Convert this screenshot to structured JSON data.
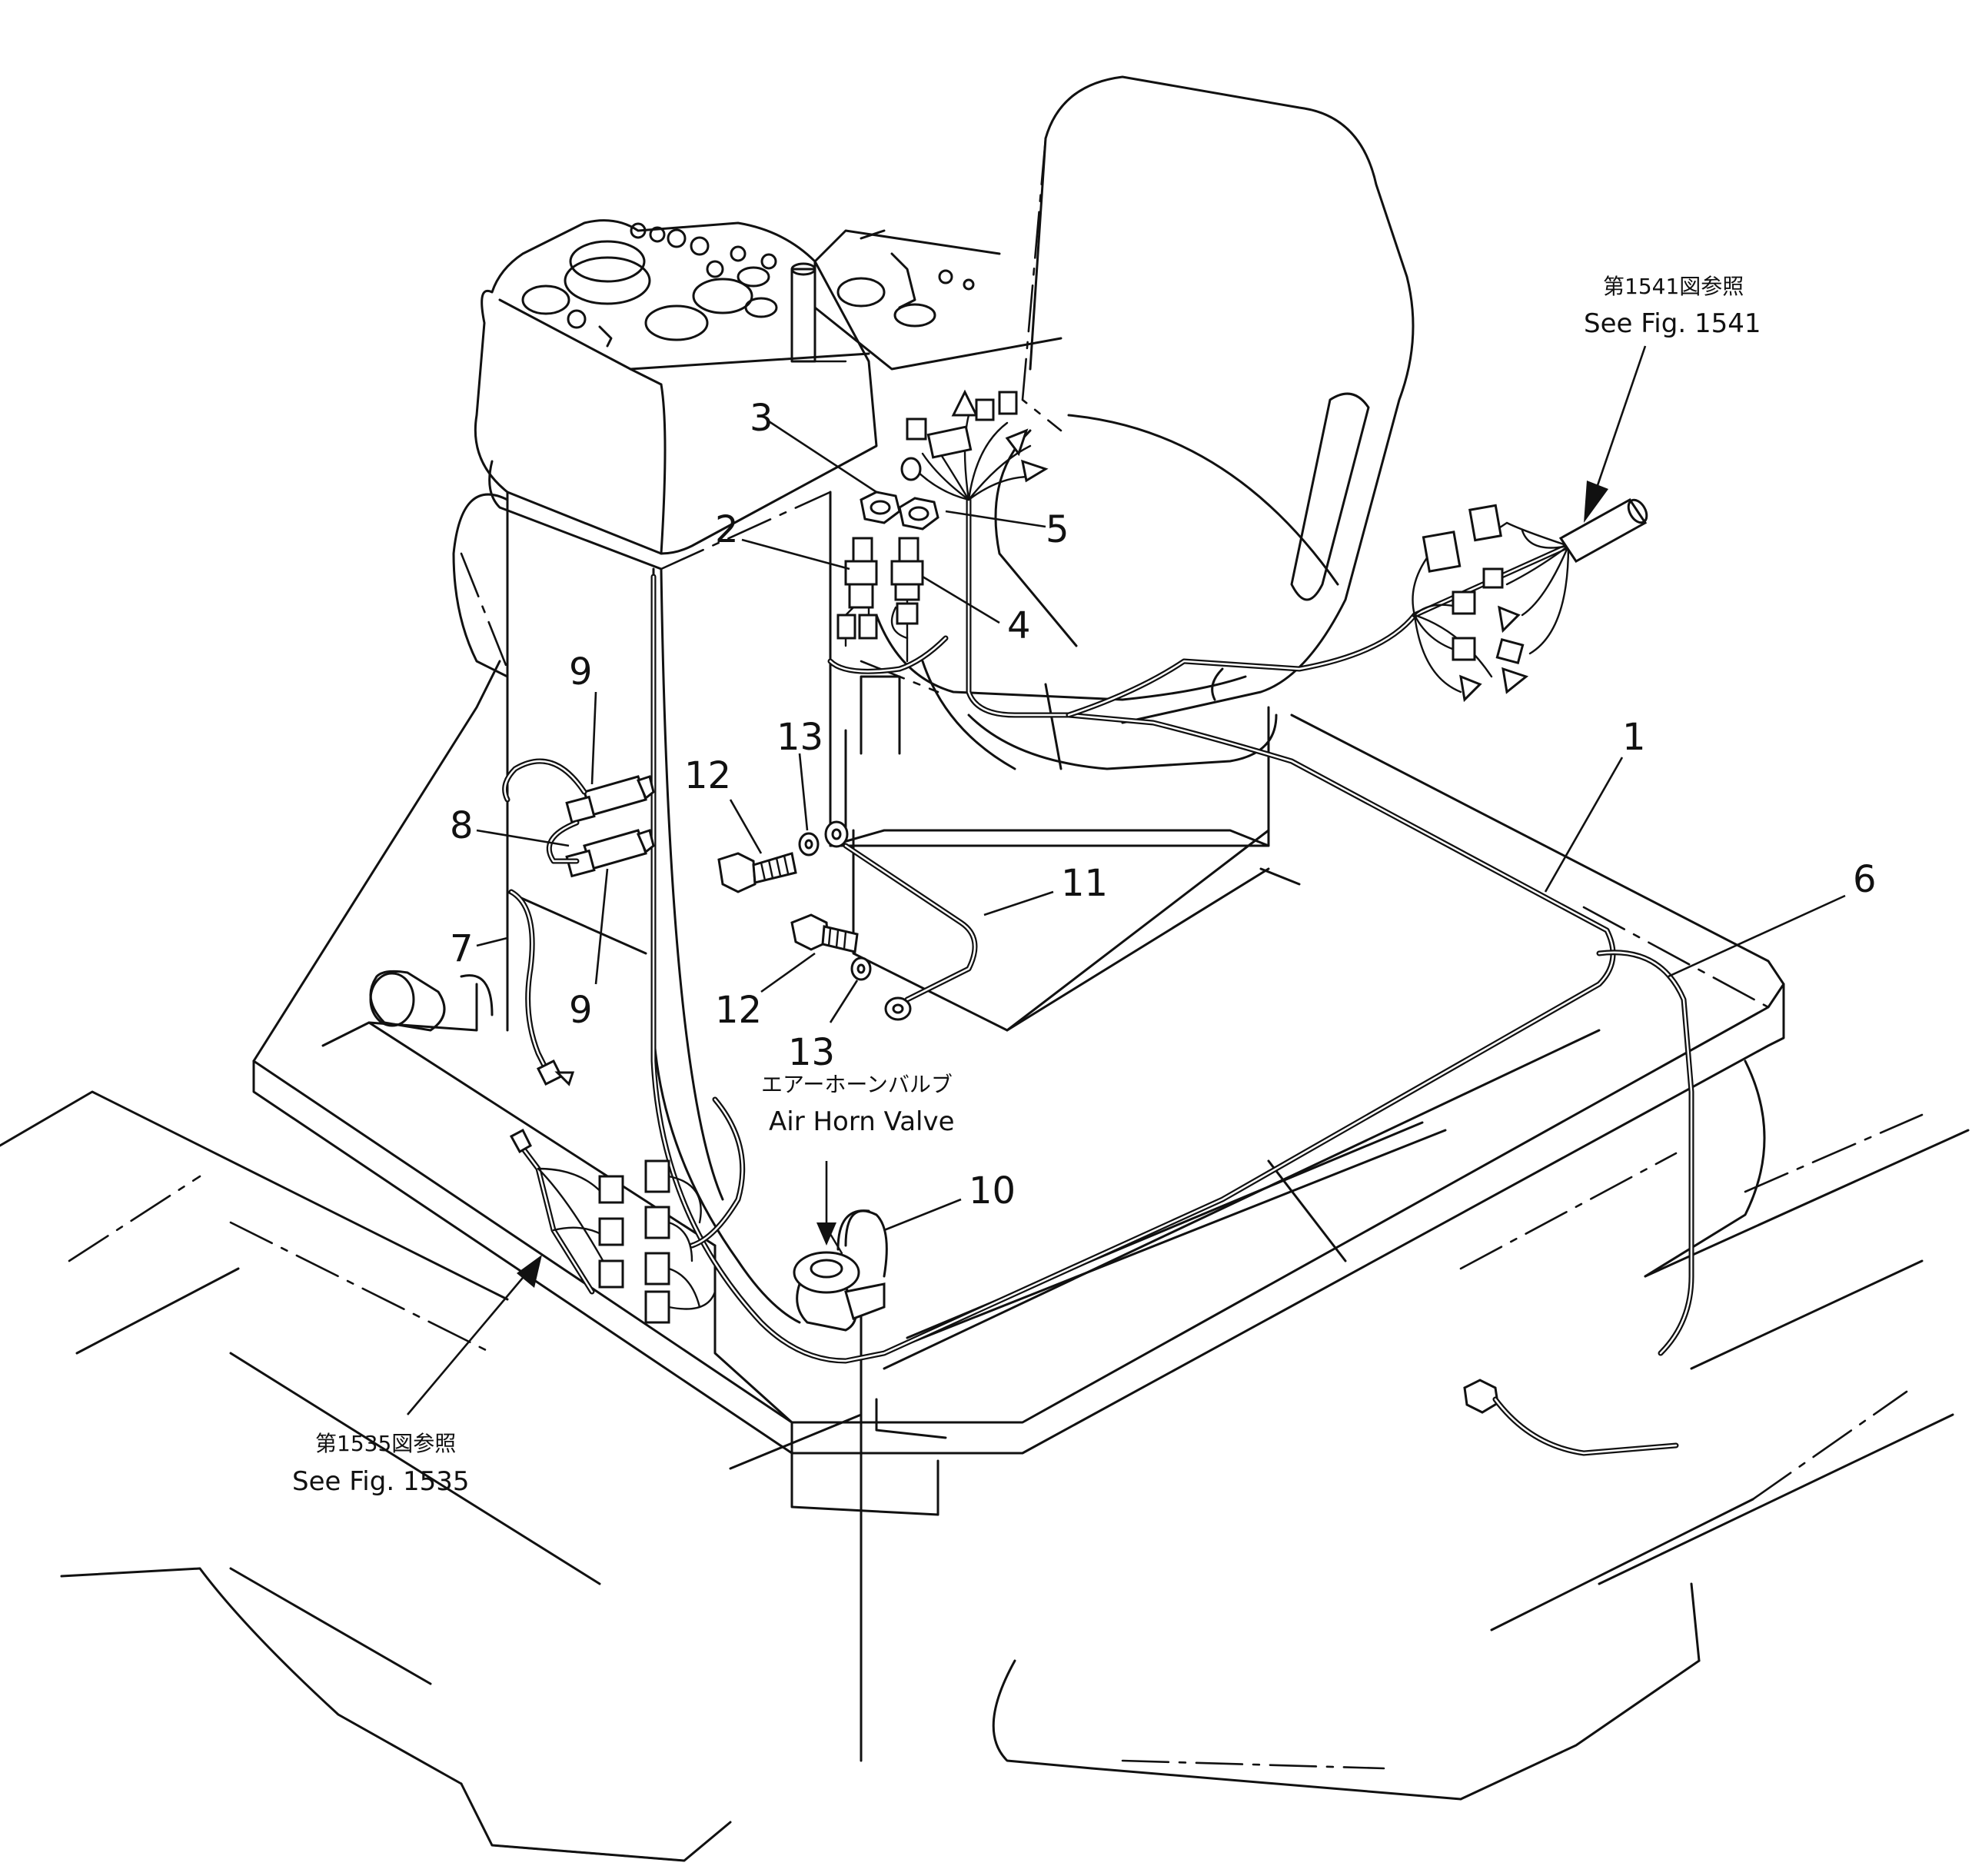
{
  "callouts": {
    "c1": "1",
    "c2": "2",
    "c3": "3",
    "c4": "4",
    "c5": "5",
    "c6": "6",
    "c7": "7",
    "c8": "8",
    "c9a": "9",
    "c9b": "9",
    "c10": "10",
    "c11": "11",
    "c12a": "12",
    "c12b": "12",
    "c13a": "13",
    "c13b": "13"
  },
  "notes": {
    "fig1541_jp": "第1541図参照",
    "fig1541_en": "See Fig. 1541",
    "fig1535_jp": "第1535図参照",
    "fig1535_en": "See Fig. 1535",
    "air_horn_jp": "エアーホーンバルブ",
    "air_horn_en": "Air Horn Valve"
  }
}
